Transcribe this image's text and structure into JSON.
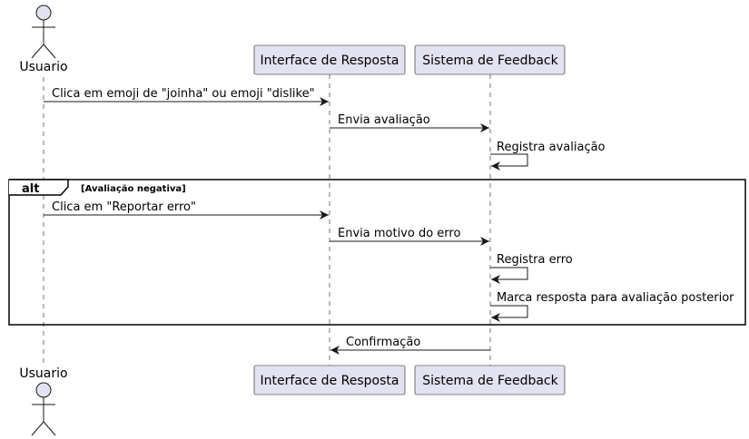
{
  "participants": {
    "user": {
      "label": "Usuario",
      "kind": "actor"
    },
    "interface": {
      "label": "Interface de Resposta",
      "kind": "participant"
    },
    "feedback": {
      "label": "Sistema de Feedback",
      "kind": "participant"
    }
  },
  "messages": [
    {
      "from": "user",
      "to": "interface",
      "label": "Clica em emoji de \"joinha\" ou emoji \"dislike\""
    },
    {
      "from": "interface",
      "to": "feedback",
      "label": "Envia avaliação"
    },
    {
      "from": "feedback",
      "to": "feedback",
      "label": "Registra avaliação"
    },
    {
      "from": "user",
      "to": "interface",
      "label": "Clica em \"Reportar erro\""
    },
    {
      "from": "interface",
      "to": "feedback",
      "label": "Envia motivo do erro"
    },
    {
      "from": "feedback",
      "to": "feedback",
      "label": "Registra erro"
    },
    {
      "from": "feedback",
      "to": "feedback",
      "label": "Marca resposta para avaliação posterior"
    },
    {
      "from": "feedback",
      "to": "interface",
      "label": "Confirmação"
    }
  ],
  "fragment": {
    "keyword": "alt",
    "condition": "[Avaliação negativa]"
  },
  "colors": {
    "participant_fill": "#E2E2F0",
    "line": "#181818"
  }
}
